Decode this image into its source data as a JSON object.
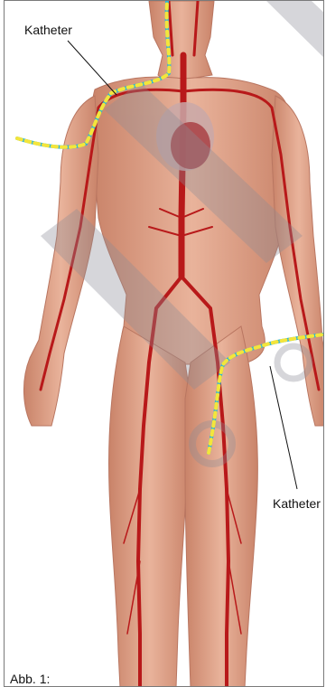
{
  "figure": {
    "labels": {
      "catheter_top": "Katheter",
      "catheter_right": "Katheter"
    },
    "caption": "Abb. 1:",
    "colors": {
      "background": "#ffffff",
      "skin": "#e2a58c",
      "skin_shadow": "#c98369",
      "artery": "#b8191a",
      "catheter_blue": "#2bb3d9",
      "catheter_yellow": "#f4e53b",
      "watermark": "#8c8c96"
    },
    "icons": [
      "human-body-illustration",
      "heart-illustration",
      "watermark-logo"
    ]
  }
}
